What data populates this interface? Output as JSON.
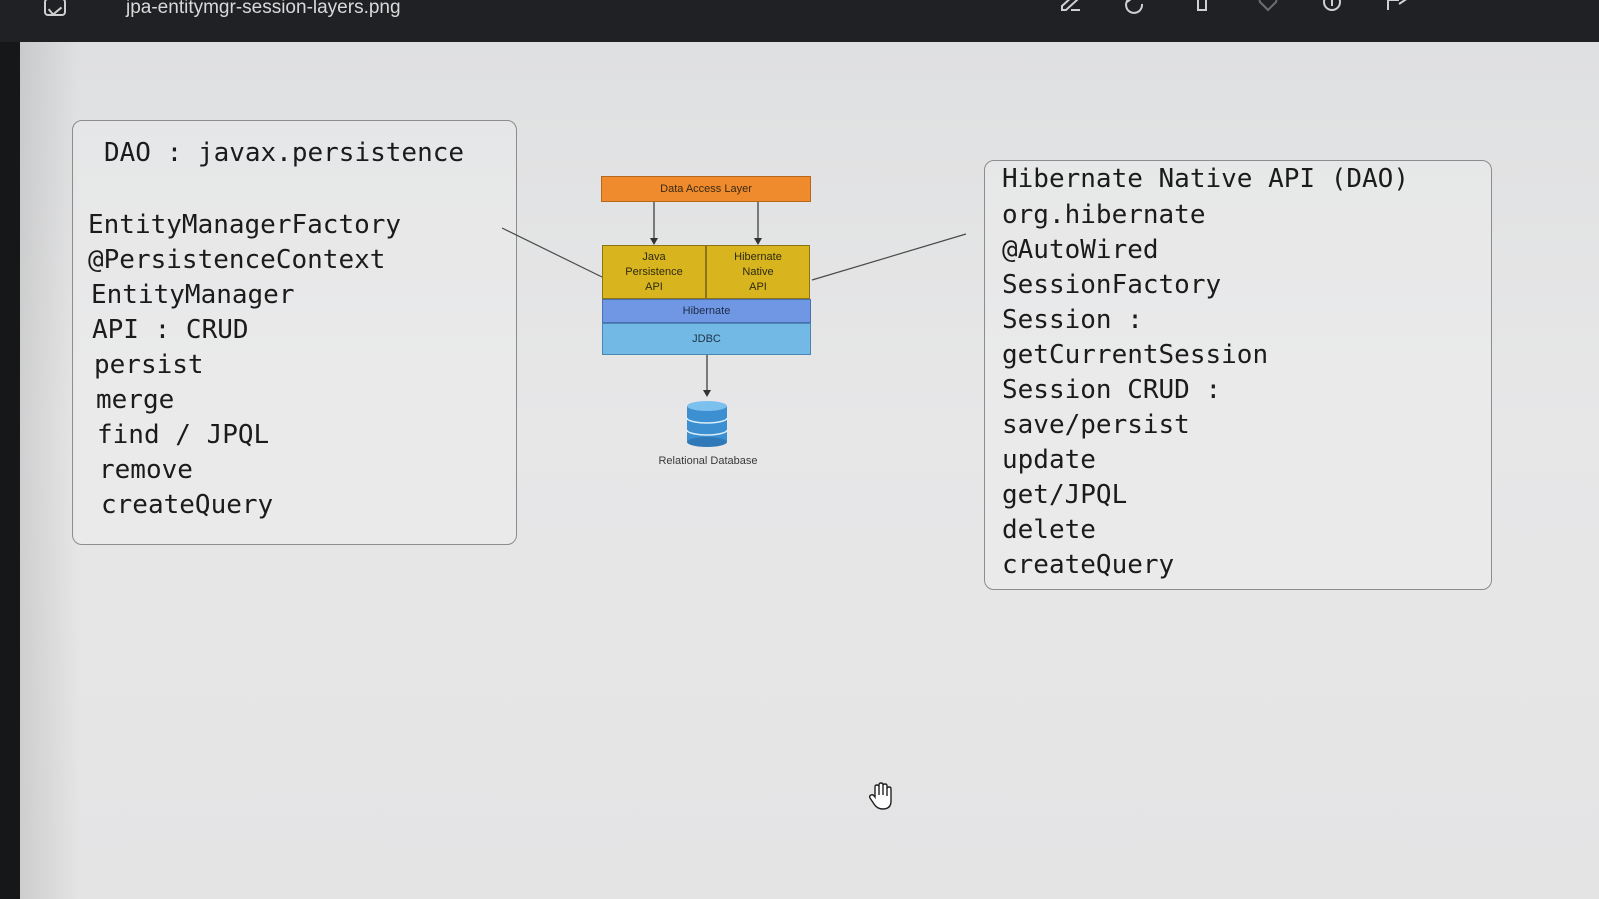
{
  "window": {
    "title": "jpa-entitymgr-session-layers.png"
  },
  "toolbar": {
    "icons": [
      "edit-icon",
      "rotate-icon",
      "delete-icon",
      "favorite-icon",
      "info-icon",
      "share-icon",
      "more-icon"
    ]
  },
  "left_panel": {
    "title": "DAO : javax.persistence",
    "items": [
      "EntityManagerFactory",
      "@PersistenceContext",
      "EntityManager",
      "API : CRUD",
      "persist",
      "merge",
      "find / JPQL",
      "remove",
      "createQuery"
    ]
  },
  "right_panel": {
    "title": "Hibernate Native API (DAO)",
    "items": [
      "org.hibernate",
      "@AutoWired",
      "SessionFactory",
      "Session :",
      "getCurrentSession",
      "Session CRUD :",
      "save/persist",
      "update",
      "get/JPQL",
      "delete",
      "createQuery"
    ]
  },
  "diagram": {
    "data_access_layer": "Data Access Layer",
    "jpa": [
      "Java",
      "Persistence",
      "API"
    ],
    "hibernate_native": [
      "Hibernate",
      "Native",
      "API"
    ],
    "hibernate": "Hibernate",
    "jdbc": "JDBC",
    "database": "Relational Database"
  },
  "colors": {
    "data_access_layer": "#ef8b2c",
    "api": "#d8b41e",
    "hibernate": "#6f97e4",
    "jdbc": "#73b9e6",
    "database": "#3c8fd0"
  }
}
